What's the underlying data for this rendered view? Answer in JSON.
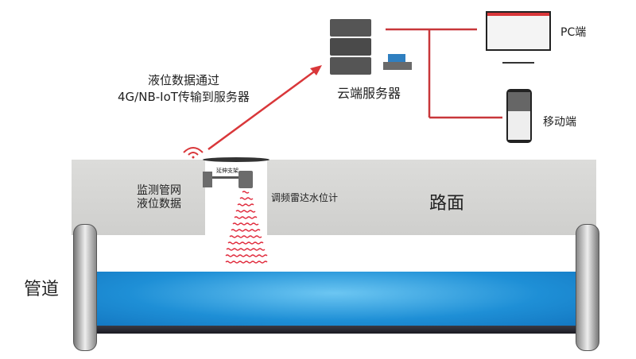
{
  "labels": {
    "transmit_line1": "液位数据通过",
    "transmit_line2": "4G/NB-IoT传输到服务器",
    "cloud_server": "云端服务器",
    "pc": "PC端",
    "mobile": "移动端",
    "monitor_line1": "监测管网",
    "monitor_line2": "液位数据",
    "bracket": "延伸支架",
    "radar": "调频雷达水位计",
    "road": "路面",
    "pipe": "管道"
  },
  "colors": {
    "accent": "#d9373a",
    "water": "#1e90d8",
    "road": "#d8d8d6",
    "line": "#c8373a"
  }
}
